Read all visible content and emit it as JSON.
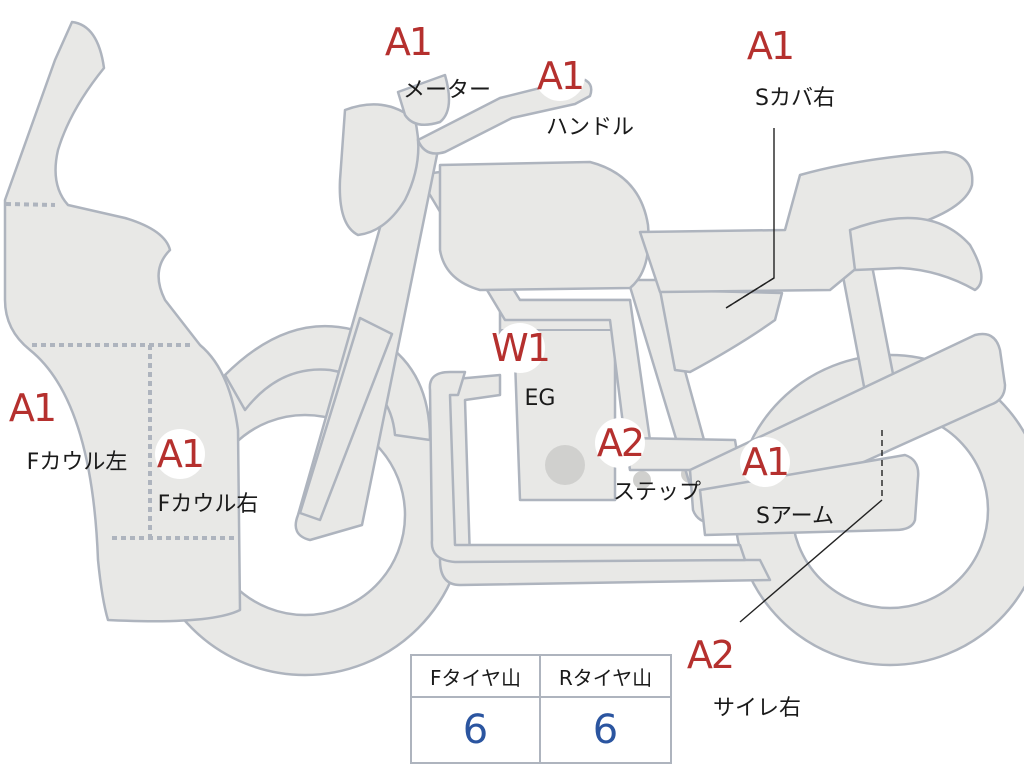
{
  "parts": {
    "meter": {
      "grade": "A1",
      "label": "メーター"
    },
    "handle": {
      "grade": "A1",
      "label": "ハンドル"
    },
    "side_cover_r": {
      "grade": "A1",
      "label": "Sカバ右"
    },
    "front_cowl_left": {
      "grade": "A1",
      "label": "Fカウル左"
    },
    "front_cowl_right": {
      "grade": "A1",
      "label": "Fカウル右"
    },
    "engine": {
      "grade": "W1",
      "label": "EG"
    },
    "step": {
      "grade": "A2",
      "label": "ステップ"
    },
    "swing_arm": {
      "grade": "A1",
      "label": "Sアーム"
    },
    "muffler_r": {
      "grade": "A2",
      "label": "サイレ右"
    }
  },
  "tire_table": {
    "front_header": "Fタイヤ山",
    "rear_header": "Rタイヤ山",
    "front_value": "6",
    "rear_value": "6"
  },
  "colors": {
    "grade_text": "#b5302e",
    "value_text": "#2b55a0",
    "part_fill": "#e8e8e6",
    "part_stroke": "#aeb4be"
  }
}
